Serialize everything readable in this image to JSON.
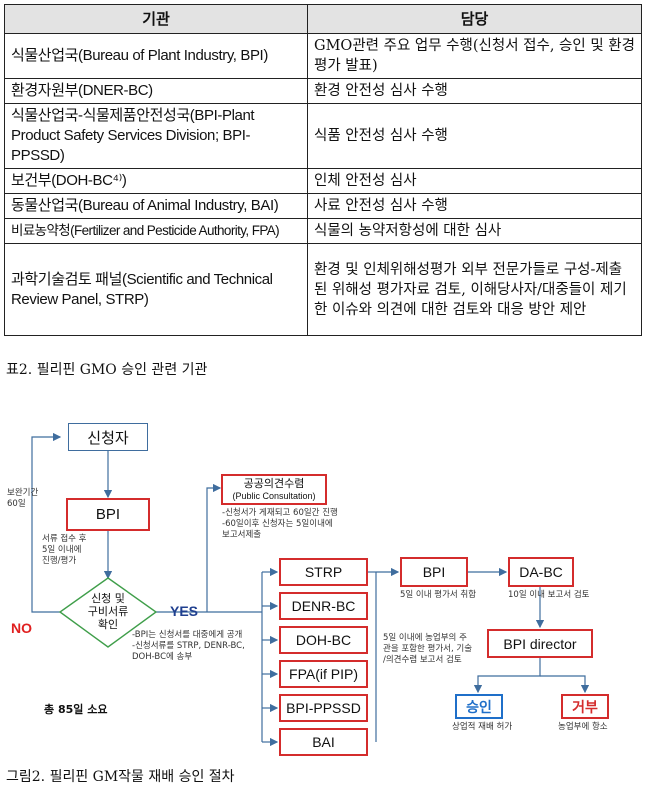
{
  "table": {
    "headers": [
      "기관",
      "담당"
    ],
    "rows": [
      [
        "식물산업국(Bureau of Plant Industry, BPI)",
        "GMO관련 주요 업무 수행(신청서 접수, 승인 및 환경평가 발표)"
      ],
      [
        "환경자원부(DNER-BC)",
        "환경 안전성 심사 수행"
      ],
      [
        "식물산업국-식물제품안전성국(BPI-Plant Product Safety Services Division; BPI-PPSSD)",
        "식품 안전성 심사 수행"
      ],
      [
        "보건부(DOH-BC⁴⁾)",
        "인체 안전성 심사"
      ],
      [
        "동물산업국(Bureau of Animal Industry, BAI)",
        "사료 안전성 심사 수행"
      ],
      [
        "비료농약청(Fertilizer and Pesticide Authority, FPA)",
        "식물의 농약저항성에 대한 심사"
      ],
      [
        "과학기술검토 패널(Scientific and Technical Review Panel, STRP)",
        "환경 및 인체위해성평가 외부 전문가들로 구성-제출된 위해성 평가자료 검토, 이해당사자/대중들이 제기한 이슈와 의견에 대한 검토와 대응 방안 제안"
      ]
    ]
  },
  "table_caption": "표2. 필리핀 GMO 승인 관련 기관",
  "flow": {
    "applicant": "신청자",
    "bpi1": "BPI",
    "check": [
      "신청 및",
      "구비서류",
      "확인"
    ],
    "yes": "YES",
    "no": "NO",
    "public": [
      "공공의견수렴",
      "(Public Consultation)"
    ],
    "public_note": [
      "-신청서가 게재되고 60일간 진행",
      "-60일이후 신청자는 5일이내에",
      "보고서제출"
    ],
    "strp": "STRP",
    "denr": "DENR-BC",
    "doh": "DOH-BC",
    "fpa": "FPA(if PIP)",
    "ppssd": "BPI-PPSSD",
    "bai": "BAI",
    "bpi2": "BPI",
    "dabc": "DA-BC",
    "director": "BPI director",
    "approve": "승인",
    "reject": "거부",
    "note_supp": [
      "보완기간",
      "60일"
    ],
    "note_receipt": [
      "서류 접수 후",
      "5일 이내에",
      "진행/평가"
    ],
    "note_bpi_dist": [
      "-BPI는 신청서를 대중에게 공개",
      "-신청서류를 STRP, DENR-BC,",
      "DOH-BC에 송부"
    ],
    "note_bpi2": "5일 이내 평가서 취합",
    "note_dabc": "10일 이내 보고서 검토",
    "note_director": [
      "5일 이내에 농업부의 주",
      "관을 포함한 평가서, 기술",
      "/의견수렴 보고서 검토"
    ],
    "note_approve": "상업적 재배 허가",
    "note_reject": "농업부에 항소",
    "total": "총 85일 소요"
  },
  "figure_caption": "그림2. 필리핀 GM작물 재배 승인 절차",
  "colors": {
    "red": "#d42c2c",
    "blue": "#3f6d9e",
    "navy": "#1f3f8f",
    "approve": "#1f6fc9",
    "reject": "#d42c2c"
  }
}
